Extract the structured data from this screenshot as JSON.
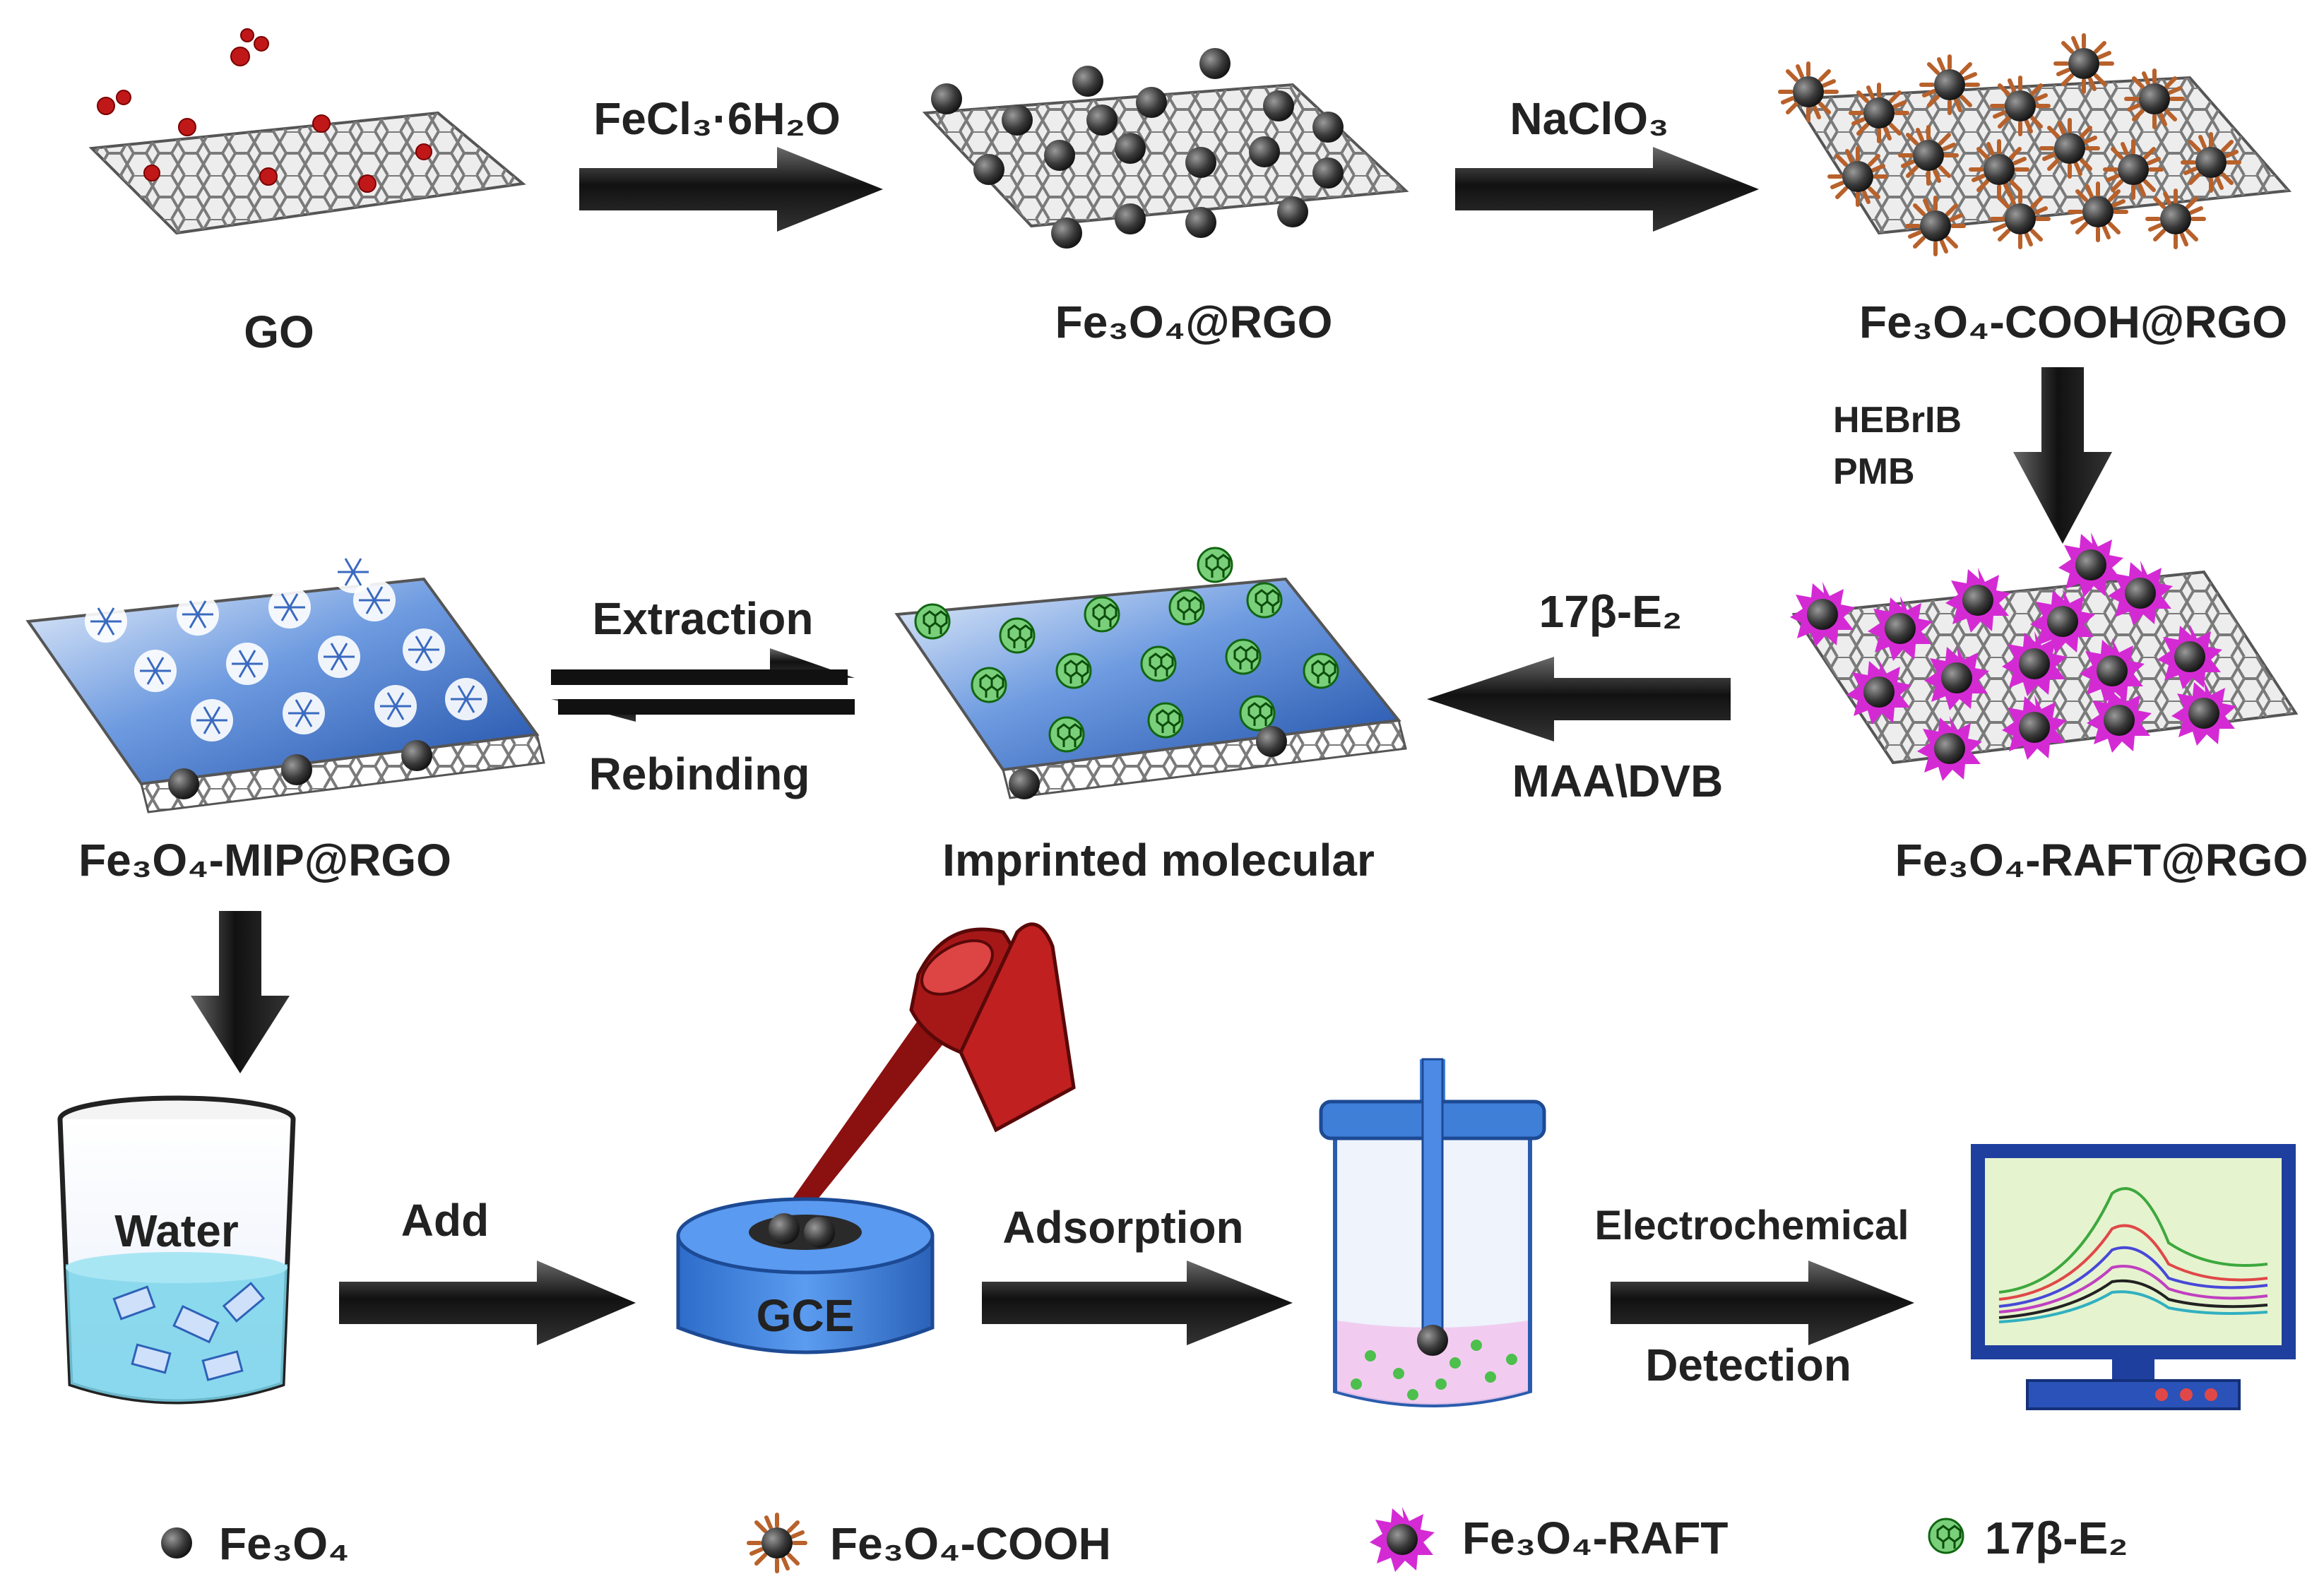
{
  "labels": {
    "go": "GO",
    "fe3o4_rgo": "Fe₃O₄@RGO",
    "fe3o4_cooh_rgo": "Fe₃O₄-COOH@RGO",
    "fe3o4_raft_rgo": "Fe₃O₄-RAFT@RGO",
    "imprinted": "Imprinted molecular",
    "fe3o4_mip_rgo": "Fe₃O₄-MIP@RGO",
    "water": "Water",
    "gce": "GCE"
  },
  "arrows": {
    "fecl3": "FeCl₃·6H₂O",
    "naclo3": "NaClO₃",
    "hebrib": "HEBrIB",
    "pmb": "PMB",
    "e2": "17β-E₂",
    "maa_dvb": "MAA\\DVB",
    "extraction": "Extraction",
    "rebinding": "Rebinding",
    "add": "Add",
    "adsorption": "Adsorption",
    "electrochemical": "Electrochemical",
    "detection": "Detection"
  },
  "legend": [
    {
      "symbol": "fe3o4-dot",
      "label": "Fe₃O₄"
    },
    {
      "symbol": "fe3o4-cooh-dot",
      "label": "Fe₃O₄-COOH"
    },
    {
      "symbol": "fe3o4-raft-dot",
      "label": "Fe₃O₄-RAFT"
    },
    {
      "symbol": "e2-molecule",
      "label": "17β-E₂"
    }
  ],
  "colors": {
    "arrow": "#1a1a1a",
    "sheet": "#d9d9d9",
    "fe3o4": "#2f2f2f",
    "cooh": "#b8612b",
    "raft": "#d42ad4",
    "mip": "#2e62b8",
    "e2": "#2fa82f",
    "oxygen": "#c01818",
    "pipette": "#8b1010",
    "gce": "#3f7fd8",
    "monitor": "#1e3f9e"
  }
}
